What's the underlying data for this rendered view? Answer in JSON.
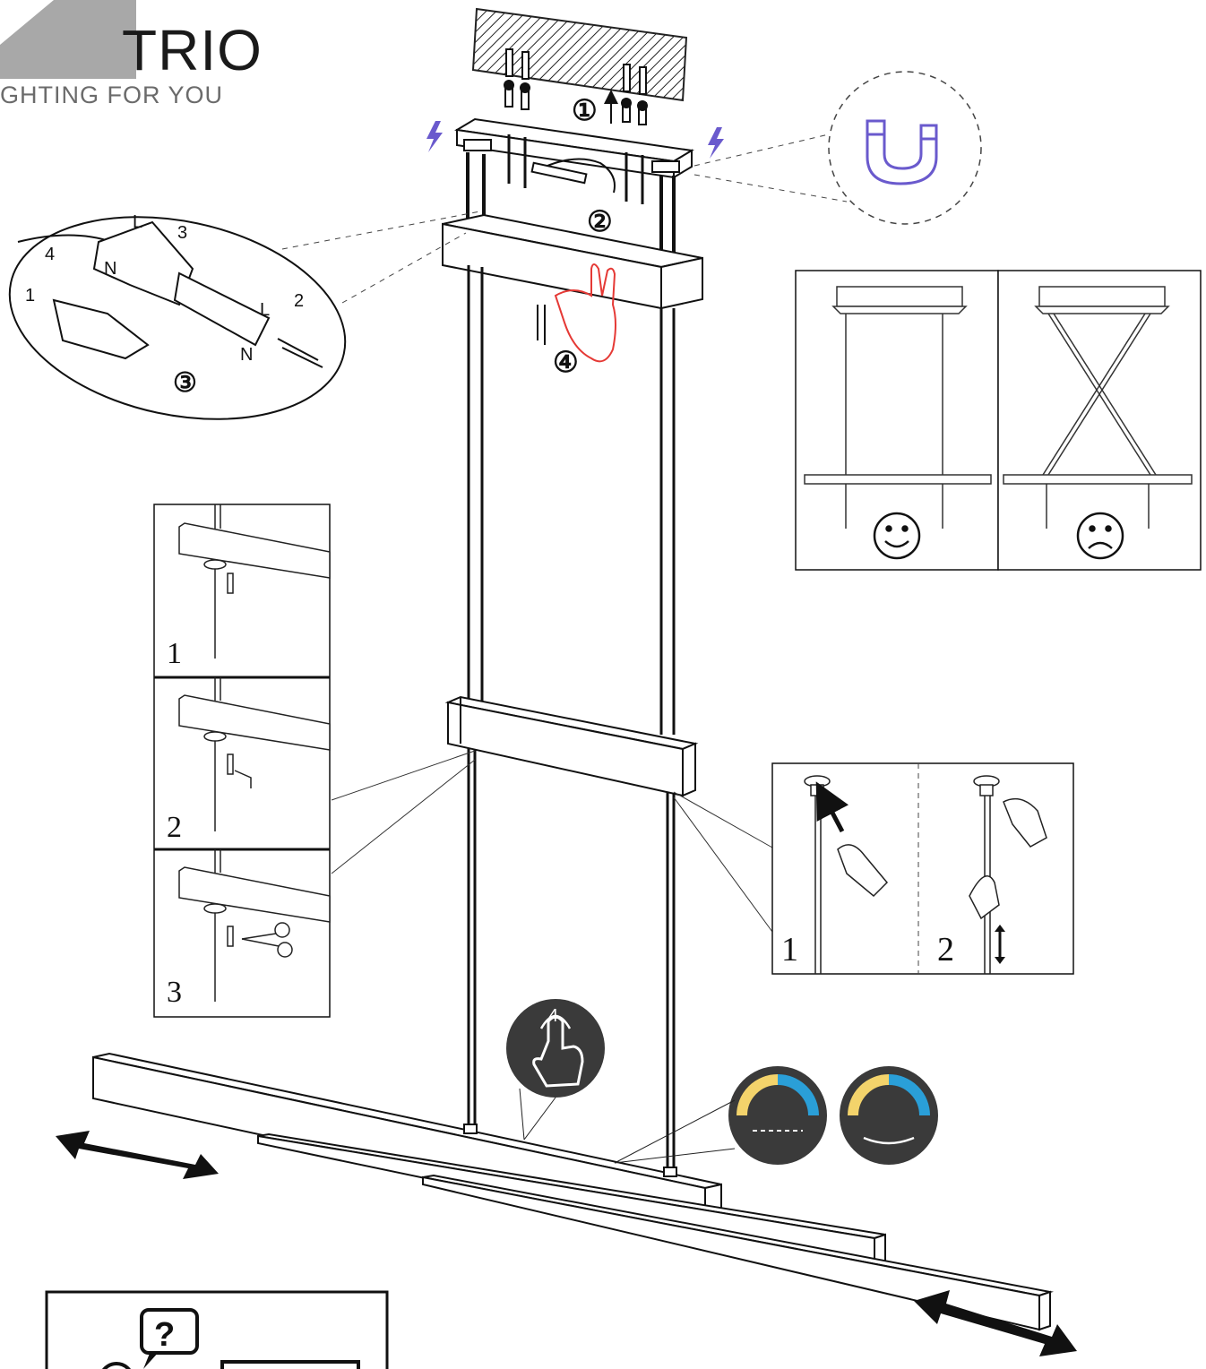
{
  "brand": {
    "name": "TRIO",
    "tagline": "GHTING FOR YOU"
  },
  "colors": {
    "accent_purple": "#6a5acd",
    "hand_red": "#e53935",
    "dark_badge": "#3a3a3a",
    "warm": "#f3d36b",
    "cool": "#2a9fd8"
  },
  "steps": {
    "mount": "①",
    "hang": "②",
    "wire": "③",
    "adjust": "④"
  },
  "wiring": {
    "live": "L",
    "neutral": "N",
    "s1": "1",
    "s2": "2",
    "s3": "3",
    "s4": "4"
  },
  "cable_panel": {
    "step1": "1",
    "step2": "2",
    "step3": "3"
  },
  "gripper_panel": {
    "step1": "1",
    "step2": "2"
  },
  "touch_badge": {
    "count": "4"
  },
  "help": {
    "symbol": "?"
  },
  "icons": [
    "magnet-icon",
    "lightning-icon",
    "touch-icon",
    "cct-dimmer-icon",
    "happy-face-icon",
    "sad-face-icon",
    "scissors-icon",
    "help-icon"
  ]
}
